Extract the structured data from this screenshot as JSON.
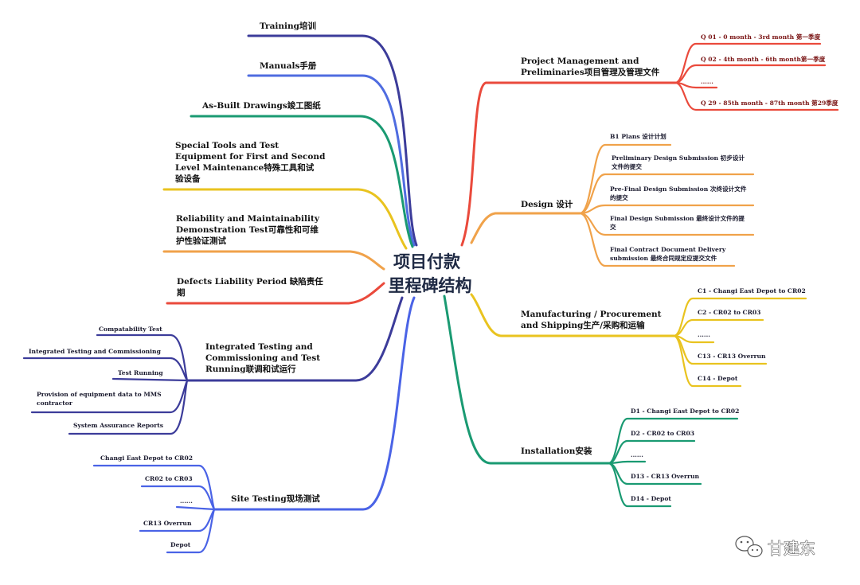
{
  "center": {
    "line1": "项目付款",
    "line2": "里程碑结构"
  },
  "branches": {
    "training": "Training培训",
    "manuals": "Manuals手册",
    "as_built": "As-Built Drawings竣工图纸",
    "special_tools": [
      "Special Tools and Test",
      "Equipment for First and Second",
      "Level Maintenance特殊工具和试",
      "验设备"
    ],
    "reliability": [
      "Reliability and Maintainability",
      "Demonstration Test可靠性和可维",
      "护性验证测试"
    ],
    "defects": [
      "Defects Liability Period 缺陷责任",
      "期"
    ],
    "integrated": {
      "label": [
        "Integrated Testing and",
        "Commissioning and Test",
        "Running联调和试运行"
      ],
      "children": [
        "Compatability Test",
        "Integrated Testing and Commissioning",
        "Test Running",
        [
          "Provision of equipment data to MMS",
          "contractor"
        ],
        "System Assurance Reports"
      ]
    },
    "site_testing": {
      "label": "Site Testing现场测试",
      "children": [
        "Changi East Depot to CR02",
        "CR02 to CR03",
        "......",
        "CR13 Overrun",
        "Depot"
      ]
    },
    "project_management": {
      "label": [
        "Project Management and",
        "Preliminaries项目管理及管理文件"
      ],
      "children": [
        "Q 01 - 0 month - 3rd month 第一季度",
        "Q 02 - 4th month - 6th month第一季度",
        "......",
        "Q 29 - 85th month - 87th month 第29季度"
      ]
    },
    "design": {
      "label": "Design 设计",
      "children": [
        "B1 Plans 设计计划",
        [
          "Preliminary Design Submission 初步设计",
          "文件的提交"
        ],
        [
          "Pre-Final Design Submission 次终设计文件",
          "的提交"
        ],
        [
          "Final Design Submission 最终设计文件的提",
          "交"
        ],
        [
          "Final Contract Document Delivery",
          "submission 最终合同规定应提交文件"
        ]
      ]
    },
    "manufacturing": {
      "label": [
        "Manufacturing / Procurement",
        "and Shipping生产/采购和运输"
      ],
      "children": [
        "C1 - Changi East Depot to CR02",
        "C2 - CR02 to CR03",
        "......",
        "C13 - CR13 Overrun",
        "C14 - Depot"
      ]
    },
    "installation": {
      "label": "Installation安装",
      "children": [
        "D1 - Changi East Depot to CR02",
        "D2 - CR02 to CR03",
        "......",
        "D13 - CR13 Overrun",
        "D14 - Depot"
      ]
    }
  },
  "watermark": "甘建东",
  "colors": {
    "navy": "#3c3c9a",
    "blue": "#4f6ce0",
    "teal": "#1a9a72",
    "yellow": "#e9c31f",
    "orange": "#f0a24a",
    "red": "#ea4a3c",
    "blue_site": "#4a63e6"
  }
}
